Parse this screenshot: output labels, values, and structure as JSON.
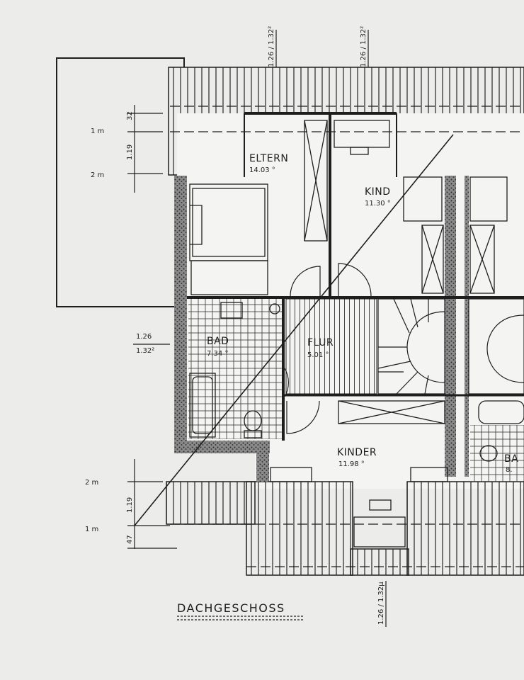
{
  "plan": {
    "title": "DACHGESCHOSS",
    "rooms": [
      {
        "name": "ELTERN",
        "area": "14.03 °"
      },
      {
        "name": "KIND",
        "area": "11.30 °"
      },
      {
        "name": "BAD",
        "area": "7.34 °"
      },
      {
        "name": "FLUR",
        "area": "5.01 °"
      },
      {
        "name": "KINDER",
        "area": "11.98 °"
      },
      {
        "name": "BA",
        "area": "8."
      }
    ],
    "dimensions": {
      "top_left": "1.26 / 1.32²",
      "top_right": "1.26 / 1.32²",
      "left_mid": "1.26",
      "left_mid_sub": "1.32²",
      "bottom": "1.26 / 1.32µ",
      "upper_32": "32",
      "upper_119": "1.19",
      "lower_119": "1.19",
      "lower_47": "47",
      "one_m_upper": "1 m",
      "two_m_upper": "2 m",
      "two_m_lower": "2 m",
      "one_m_lower": "1 m"
    },
    "colors": {
      "ink": "#1e1e1e",
      "paper": "#ececea",
      "wall_fill": "#6b6b6b"
    }
  }
}
